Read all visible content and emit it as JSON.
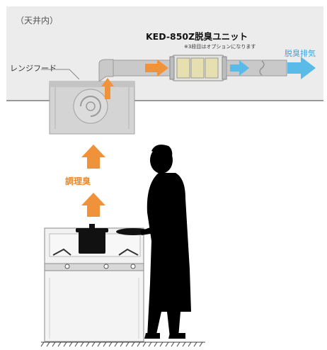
{
  "ceiling": {
    "label": "（天井内）"
  },
  "unit": {
    "name": "KED-850Z脱臭ユニット",
    "note": "※3段目はオプションになります"
  },
  "hood": {
    "label": "レンジフード"
  },
  "exhaust": {
    "label": "脱臭排気"
  },
  "cooking": {
    "label": "調理臭"
  },
  "colors": {
    "orange_arrow": "#f0923a",
    "blue_arrow": "#5bbbe8",
    "ceiling_bg": "#ececec",
    "silhouette": "#000000"
  },
  "icons": [
    "orange-arrow-icon",
    "blue-arrow-icon",
    "fan-icon",
    "wavy-duct-icon",
    "chef-silhouette",
    "pot-icon",
    "frying-pan-icon",
    "gas-stove-icon"
  ]
}
